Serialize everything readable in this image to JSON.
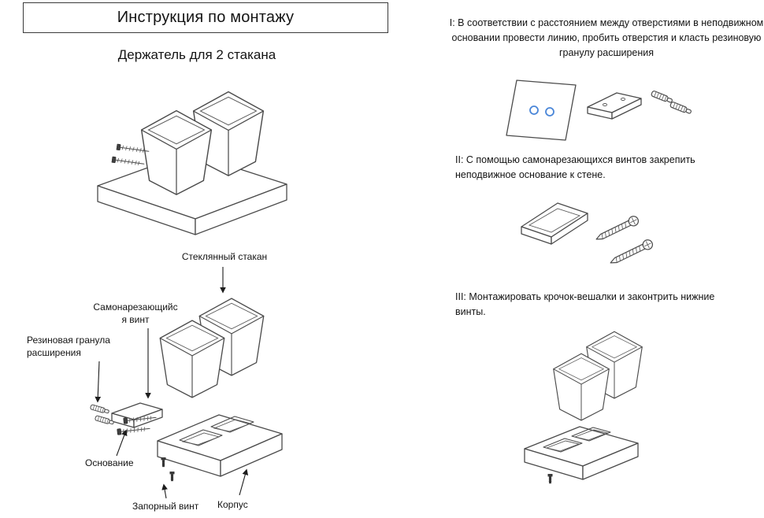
{
  "page": {
    "title": "Инструкция по монтажу",
    "subtitle": "Держатель для 2 стакана"
  },
  "exploded": {
    "labels": {
      "glass": "Стеклянный стакан",
      "self_tapping_screw": "Самонарезающийс\nя винт",
      "rubber_plug": "Резиновая гранула\nрасширения",
      "base": "Основание",
      "lock_screw": "Запорный винт",
      "body": "Корпус"
    }
  },
  "steps": [
    {
      "text": "I: В соответствии с расстоянием между отверстиями в неподвижном основании провести линию, пробить отверстия и класть резиновую гранулу расширения"
    },
    {
      "text": "II: С помощью самонарезающихся винтов закрепить неподвижное основание к стене."
    },
    {
      "text": "III: Монтажировать крочок-вешалки и законтрить нижние винты."
    }
  ],
  "colors": {
    "outline": "#4b4b4b",
    "hole_blue": "#4a86d8"
  }
}
